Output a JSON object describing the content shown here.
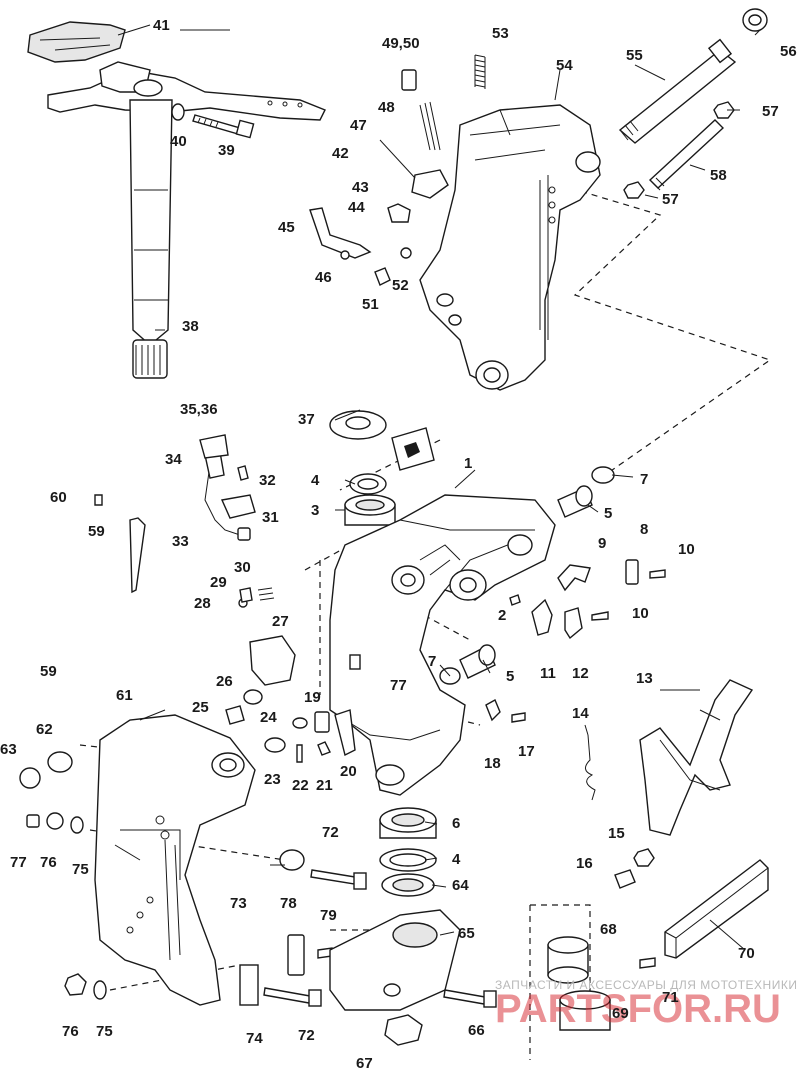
{
  "diagram": {
    "callouts": {
      "c1": "1",
      "c2": "2",
      "c3": "3",
      "c4a": "4",
      "c4b": "4",
      "c5a": "5",
      "c5b": "5",
      "c6": "6",
      "c7a": "7",
      "c7b": "7",
      "c8": "8",
      "c9": "9",
      "c10a": "10",
      "c10b": "10",
      "c11": "11",
      "c12": "12",
      "c13": "13",
      "c14": "14",
      "c15": "15",
      "c16": "16",
      "c17": "17",
      "c18": "18",
      "c19": "19",
      "c20": "20",
      "c21": "21",
      "c22": "22",
      "c23": "23",
      "c24": "24",
      "c25": "25",
      "c26": "26",
      "c27": "27",
      "c28": "28",
      "c29": "29",
      "c30": "30",
      "c31": "31",
      "c32": "32",
      "c33": "33",
      "c34": "34",
      "c35": "35,36",
      "c37": "37",
      "c38": "38",
      "c39": "39",
      "c40": "40",
      "c41": "41",
      "c42": "42",
      "c43": "43",
      "c44": "44",
      "c45": "45",
      "c46": "46",
      "c47": "47",
      "c48": "48",
      "c49": "49,50",
      "c51": "51",
      "c52": "52",
      "c53": "53",
      "c54": "54",
      "c55": "55",
      "c56": "56",
      "c57a": "57",
      "c57b": "57",
      "c58": "58",
      "c59": "59",
      "c60": "60",
      "c61": "61",
      "c62": "62",
      "c63": "63",
      "c64": "64",
      "c65": "65",
      "c66": "66",
      "c67": "67",
      "c68": "68",
      "c69": "69",
      "c70": "70",
      "c71": "71",
      "c72a": "72",
      "c72b": "72",
      "c73": "73",
      "c74": "74",
      "c75a": "75",
      "c75b": "75",
      "c76a": "76",
      "c76b": "76",
      "c77a": "77",
      "c77b": "77",
      "c78": "78",
      "c79": "79"
    },
    "watermark": {
      "caption": "ЗАПЧАСТИ И АКСЕССУАРЫ ДЛЯ МОТОТЕХНИКИ",
      "site": "PARTSFOR.RU"
    },
    "colors": {
      "ink": "#1a1a1a",
      "watermark_red": "#d7262e",
      "watermark_gray": "#b9b9b9"
    }
  }
}
